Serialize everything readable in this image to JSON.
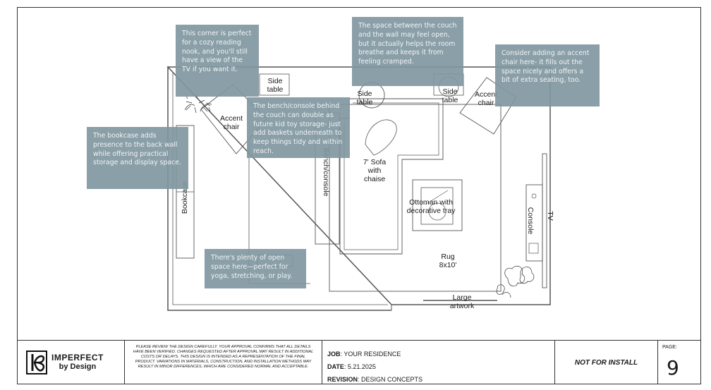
{
  "labels": {
    "side_table_1": "Side\ntable",
    "side_table_2": "Side\ntable",
    "side_table_3": "Side\ntable",
    "accent_chair_left": "Accent\nchair",
    "accent_chair_right": "Accent\nchair",
    "bench_console": "Bench/console",
    "sofa": "7' Sofa\nwith\nchaise",
    "bookcase": "Bookcase",
    "ottoman": "Ottoman with\ndecorative tray",
    "rug": "Rug\n8x10'",
    "tv": "TV",
    "console": "Console",
    "large_artwork": "Large\nartwork"
  },
  "notes": {
    "reading_nook": "This corner is perfect for a cozy reading nook, and you'll still have a view of the TV if you want it.",
    "space_between": "The space between the couch and the wall may feel open, but it actually helps the room breathe and keeps it from feeling cramped.",
    "accent_chair": "Consider adding an accent chair here- it fills out the space nicely and offers a bit of extra seating, too.",
    "bench_storage": "The bench/console behind the couch can double as future kid toy storage- just add baskets underneath to keep things tidy and within reach.",
    "bookcase": "The bookcase adds presence to the back wall while offering practical storage and display space.",
    "open_space": "There's plenty of open space here—perfect for yoga, stretching, or play."
  },
  "title_block": {
    "logo_line1": "IMPERFECT",
    "logo_line2": "by Design",
    "disclaimer": "Please review the design carefully. Your approval confirms that all details have been verified. Changes requested after approval may result in additional costs or delays. This design is intended as a representation of the final product. Variations in materials, construction, and installation methods may result in minor differences, which are considered normal and acceptable.",
    "job_label": "JOB",
    "job_value": ": YOUR RESIDENCE",
    "date_label": "DATE",
    "date_value": ": 5.21.2025",
    "revision_label": "REVISION",
    "revision_value": ": DESIGN CONCEPTS",
    "status": "NOT FOR INSTALL",
    "page_caption": "PAGE:",
    "page_number": "9"
  },
  "colors": {
    "note_bg": "#8097a0",
    "line": "#444444"
  }
}
